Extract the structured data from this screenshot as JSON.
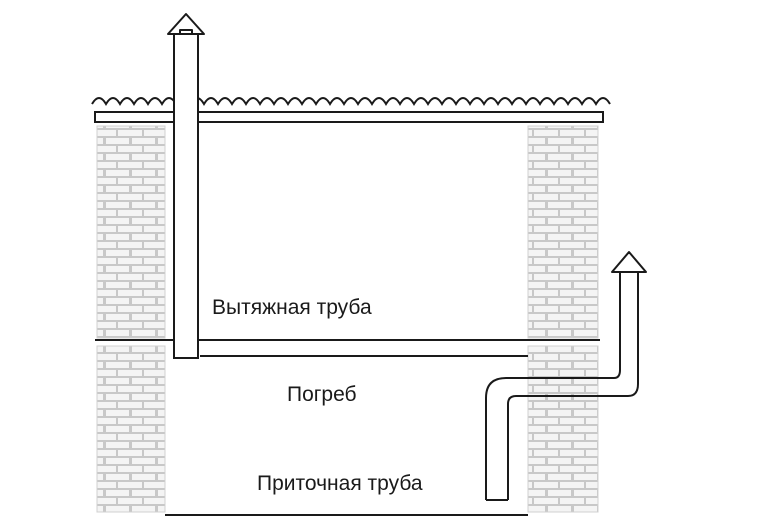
{
  "labels": {
    "exhaust_pipe": "Вытяжная труба",
    "cellar": "Погреб",
    "supply_pipe": "Приточная труба"
  },
  "colors": {
    "line": "#1a1a1a",
    "brick_fill": "#f4f4f4",
    "brick_mortar": "#c8c8c8",
    "background": "#ffffff"
  },
  "icons": {
    "exhaust_arrow": "up-arrow-icon",
    "supply_arrow": "up-arrow-icon"
  }
}
